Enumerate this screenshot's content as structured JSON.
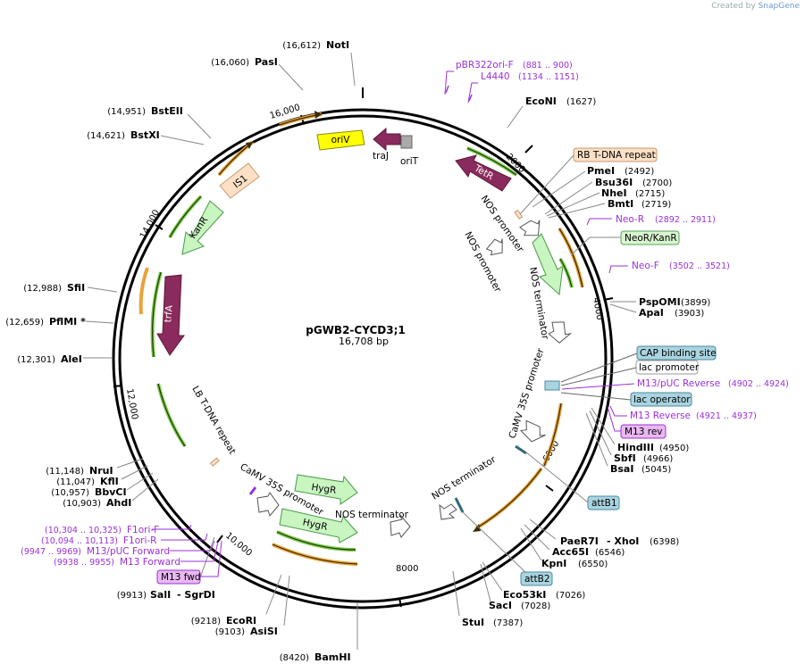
{
  "credit": {
    "prefix": "Created by",
    "brand": "SnapGene"
  },
  "plasmid": {
    "name": "pGWB2-CYCD3;1",
    "length_label": "16,708 bp",
    "length": 16708
  },
  "ticks": [
    "2000",
    "4000",
    "6000",
    "8000",
    "10,000",
    "12,000",
    "14,000",
    "16,000"
  ],
  "sites_left": [
    {
      "pos": "(16,612)",
      "name": "NotI"
    },
    {
      "pos": "(16,060)",
      "name": "PasI"
    },
    {
      "pos": "(14,951)",
      "name": "BstEII"
    },
    {
      "pos": "(14,621)",
      "name": "BstXI"
    },
    {
      "pos": "(12,988)",
      "name": "SfiI"
    },
    {
      "pos": "(12,659)",
      "name": "PflMI *"
    },
    {
      "pos": "(12,301)",
      "name": "AleI"
    },
    {
      "pos": "(11,148)",
      "name": "NruI"
    },
    {
      "pos": "(11,047)",
      "name": "KflI"
    },
    {
      "pos": "(10,957)",
      "name": "BbvCI"
    },
    {
      "pos": "(10,903)",
      "name": "AhdI"
    },
    {
      "pos": "(9913)",
      "name": "SalI",
      "name2": "- SgrDI"
    },
    {
      "pos": "(9218)",
      "name": "EcoRI"
    },
    {
      "pos": "(9103)",
      "name": "AsiSI"
    },
    {
      "pos": "(8420)",
      "name": "BamHI"
    }
  ],
  "sites_right": [
    {
      "name": "EcoNI",
      "pos": "(1627)"
    },
    {
      "name": "PmeI",
      "pos": "(2492)"
    },
    {
      "name": "Bsu36I",
      "pos": "(2700)"
    },
    {
      "name": "NheI",
      "pos": "(2715)"
    },
    {
      "name": "BmtI",
      "pos": "(2719)"
    },
    {
      "name": "PspOMI",
      "pos": "(3899)"
    },
    {
      "name": "ApaI",
      "pos": "(3903)"
    },
    {
      "name": "HindIII",
      "pos": "(4950)"
    },
    {
      "name": "SbfI",
      "pos": "(4966)"
    },
    {
      "name": "BsaI",
      "pos": "(5045)"
    },
    {
      "name": "PaeR7I",
      "name2": "- XhoI",
      "pos": "(6398)"
    },
    {
      "name": "Acc65I",
      "pos": "(6546)"
    },
    {
      "name": "KpnI",
      "pos": "(6550)"
    },
    {
      "name": "Eco53kI",
      "pos": "(7026)"
    },
    {
      "name": "SacI",
      "pos": "(7028)"
    },
    {
      "name": "StuI",
      "pos": "(7387)"
    }
  ],
  "primers": [
    {
      "name": "pBR322ori-F",
      "pos": "(881 .. 900)"
    },
    {
      "name": "L4440",
      "pos": "(1134 .. 1151)"
    },
    {
      "name": "Neo-R",
      "pos": "(2892 .. 2911)"
    },
    {
      "name": "Neo-F",
      "pos": "(3502 .. 3521)"
    },
    {
      "name": "M13/pUC Reverse",
      "pos": "(4902 .. 4924)"
    },
    {
      "name": "M13 Reverse",
      "pos": "(4921 .. 4937)"
    },
    {
      "name": "F1ori-F",
      "pos": "(10,304 .. 10,325)"
    },
    {
      "name": "F1ori-R",
      "pos": "(10,094 .. 10,113)"
    },
    {
      "name": "M13/pUC Forward",
      "pos": "(9947 .. 9969)"
    },
    {
      "name": "M13 Forward",
      "pos": "(9938 .. 9955)"
    }
  ],
  "boxed_labels": [
    {
      "text": "RB T-DNA repeat",
      "fill": "#fde0c6",
      "stroke": "#c49a6c"
    },
    {
      "text": "NeoR/KanR",
      "fill": "#d8f5d0",
      "stroke": "#5aa05a"
    },
    {
      "text": "CAP binding site",
      "fill": "#a9d4e0",
      "stroke": "#4a8aa0"
    },
    {
      "text": "lac promoter",
      "fill": "#ffffff",
      "stroke": "#999999"
    },
    {
      "text": "lac operator",
      "fill": "#a9d4e0",
      "stroke": "#4a8aa0"
    },
    {
      "text": "M13 rev",
      "fill": "#e8b8f0",
      "stroke": "#9b30d9"
    },
    {
      "text": "attB1",
      "fill": "#a9d4e0",
      "stroke": "#4a8aa0"
    },
    {
      "text": "attB2",
      "fill": "#a9d4e0",
      "stroke": "#4a8aa0"
    },
    {
      "text": "M13 fwd",
      "fill": "#e8b8f0",
      "stroke": "#9b30d9"
    }
  ],
  "features": {
    "oriV": "oriV",
    "traJ": "traJ",
    "oriT": "oriT",
    "TetR": "TetR",
    "IS1": "IS1",
    "KanR": "KanR",
    "trfA": "trfA",
    "HygR1": "HygR",
    "HygR2": "HygR",
    "nos_promoter_1": "NOS promoter",
    "nos_promoter_2": "NOS promoter",
    "nos_terminator_1": "NOS terminator",
    "camv_1": "CaMV 35S promoter",
    "lb_repeat": "LB T-DNA repeat",
    "camv_2": "CaMV 35S promoter",
    "nos_terminator_2": "NOS terminator",
    "nos_terminator_3": "NOS terminator"
  },
  "colors": {
    "backbone": "#000000",
    "trfA": "#8b2a5c",
    "traJ": "#8b2a5c",
    "TetR": "#8b2a5c",
    "oriV": "#ffff00",
    "IS1": "#fde0c6",
    "marker": "#c8f5c0",
    "orf_orange": "#e8a33c",
    "orf_green": "#7cc84c",
    "primer": "#9b30d9"
  }
}
